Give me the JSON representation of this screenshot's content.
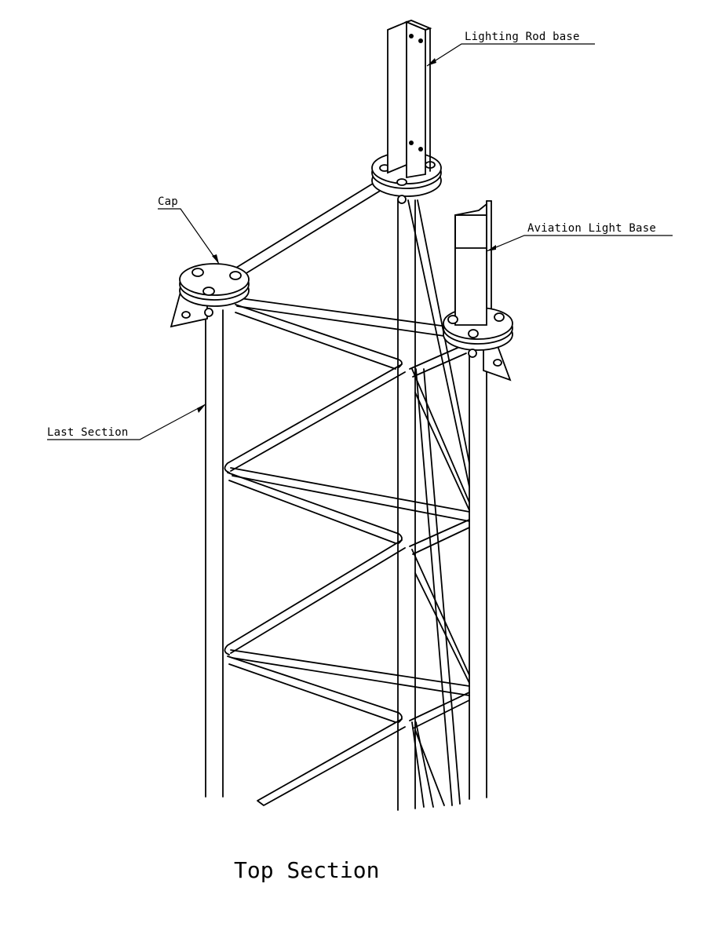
{
  "title": "Top Section",
  "labels": {
    "lighting_rod_base": "Lighting Rod base",
    "cap": "Cap",
    "aviation_light_base": "Aviation Light Base",
    "last_section": "Last Section"
  },
  "colors": {
    "line": "#000000",
    "background": "#ffffff"
  }
}
